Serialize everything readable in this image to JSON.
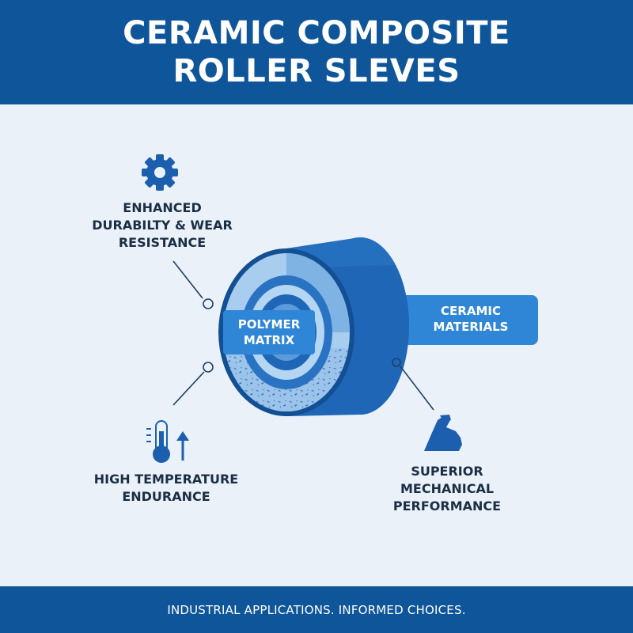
{
  "header": {
    "title_lines": [
      "CERAMIC COMPOSITE",
      "ROLLER SLEVES"
    ]
  },
  "diagram": {
    "core_label_lines": [
      "POLYMER",
      "MATRIX"
    ],
    "shell_label_lines": [
      "CERAMIC",
      "MATERIALS"
    ],
    "features": [
      {
        "icon": "gear-icon",
        "lines": [
          "ENHANCED",
          "DURABILTY & WEAR",
          "RESISTANCE"
        ]
      },
      {
        "icon": "thermometer-icon",
        "lines": [
          "HIGH TEMPERATURE",
          "ENDURANCE"
        ]
      },
      {
        "icon": "flexed-arm-icon",
        "lines": [
          "SUPERIOR",
          "MECHANICAL",
          "PERFORMANCE"
        ]
      }
    ]
  },
  "footer": {
    "tagline": "INDUSTRIAL APPLICATIONS. INFORMED CHOICES."
  },
  "colors": {
    "header_bg": "#0f5599",
    "page_bg": "#eaf1f8",
    "roller_blue": "#1f66b6",
    "roller_dark": "#124f93",
    "accent_blue": "#2f86d6",
    "text_dark": "#1b2e44"
  }
}
